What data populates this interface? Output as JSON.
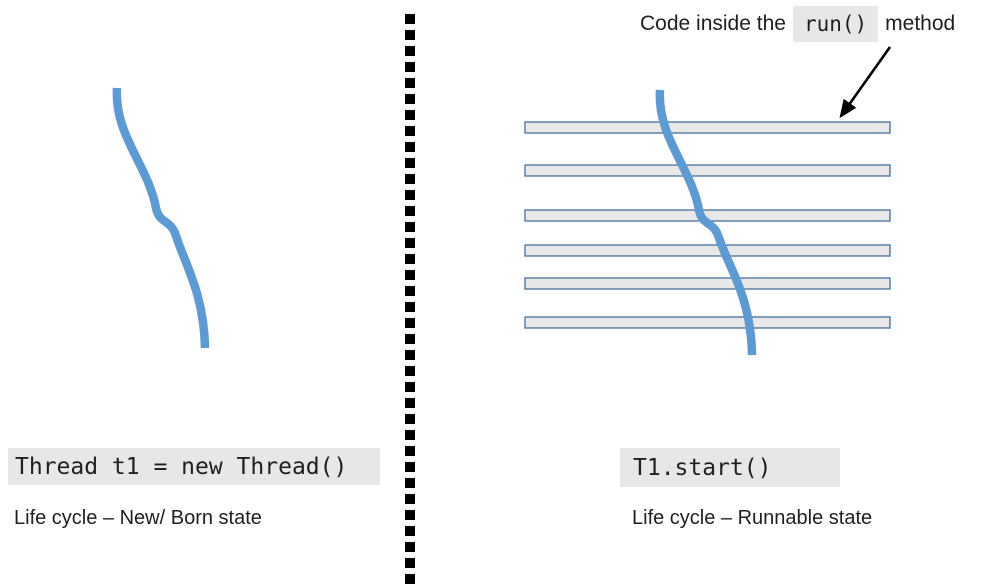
{
  "left_panel": {
    "code": "Thread t1 = new Thread()",
    "caption": "Life cycle – New/ Born state"
  },
  "right_panel": {
    "annotation_prefix": "Code inside the",
    "annotation_code": "run()",
    "annotation_suffix": "method",
    "code": "T1.start()",
    "caption": "Life cycle – Runnable state",
    "code_line_count": 6
  },
  "colors": {
    "thread_line": "#5b9bd5",
    "code_line_fill": "#e8e8e8",
    "code_line_border": "#41719c",
    "code_bg": "#e7e7e7",
    "divider": "#000000",
    "arrow": "#000000"
  }
}
